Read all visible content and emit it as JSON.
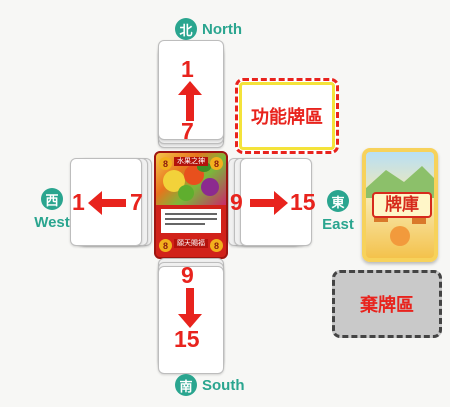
{
  "directions": {
    "north": {
      "char": "北",
      "label": "North"
    },
    "south": {
      "char": "南",
      "label": "South"
    },
    "west": {
      "char": "西",
      "label": "West"
    },
    "east": {
      "char": "東",
      "label": "East"
    }
  },
  "piles": {
    "north": {
      "top": "1",
      "bottom": "7"
    },
    "south": {
      "top": "9",
      "bottom": "15"
    },
    "west": {
      "left": "1",
      "right": "7"
    },
    "east": {
      "left": "9",
      "right": "15"
    }
  },
  "zones": {
    "function": "功能牌區",
    "deck": "牌庫",
    "discard": "棄牌區"
  },
  "center_card": {
    "top_title": "水果之神",
    "bottom_title": "願天賜福",
    "corner_value": "8"
  },
  "colors": {
    "accent": "#2aa58f",
    "number": "#e8231d"
  }
}
